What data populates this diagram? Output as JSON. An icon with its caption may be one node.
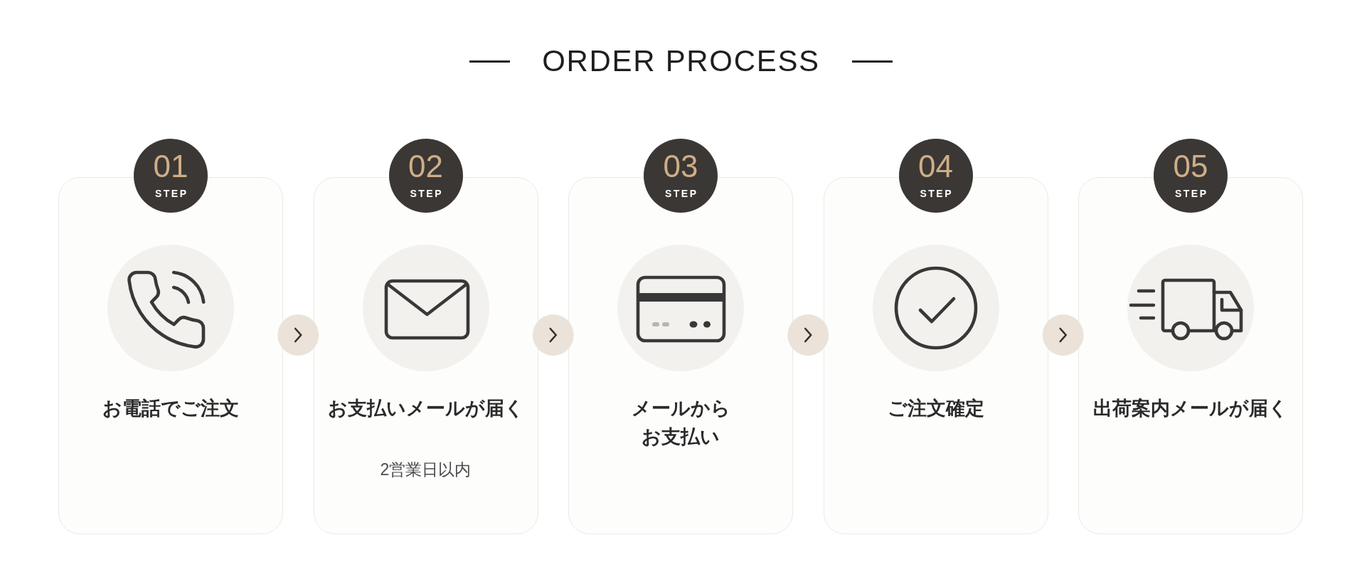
{
  "diagram": {
    "title": "ORDER PROCESS",
    "nodes": [
      {
        "text": [
          "01",
          "STEP"
        ]
      },
      {
        "text": [
          "お電話でご注文"
        ]
      },
      {
        "text": [
          "02",
          "STEP"
        ]
      },
      {
        "text": [
          "お支払いメールが届く",
          "2営業日以内"
        ]
      },
      {
        "text": [
          "03",
          "STEP"
        ]
      },
      {
        "text": [
          "メールからお支払い"
        ]
      },
      {
        "text": [
          "04",
          "STEP"
        ]
      },
      {
        "text": [
          "ご注文確定"
        ]
      },
      {
        "text": [
          "05",
          "STEP"
        ]
      },
      {
        "text": [
          "出荷案内メールが届く"
        ]
      }
    ],
    "edges": [
      {
        "from": 1,
        "to": 3,
        "arrow": "to"
      },
      {
        "from": 3,
        "to": 5,
        "arrow": "to"
      },
      {
        "from": 5,
        "to": 7,
        "arrow": "to"
      },
      {
        "from": 7,
        "to": 9,
        "arrow": "to"
      }
    ]
  }
}
